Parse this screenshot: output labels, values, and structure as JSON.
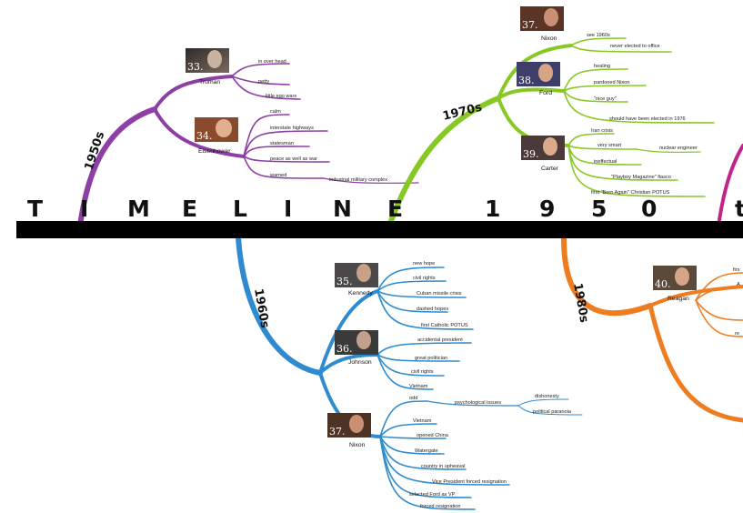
{
  "timeline_letters": [
    "T",
    "I",
    "M",
    "E",
    "L",
    "I",
    "N",
    "E",
    "1",
    "9",
    "5",
    "0",
    "t"
  ],
  "colors": {
    "bar": "#000000",
    "era_1950s": "#8e3fa6",
    "era_1960s": "#2e8bcf",
    "era_1970s": "#88c825",
    "era_1980s": "#ee7d22",
    "era_right": "#c0248a"
  },
  "eras": {
    "e1950s": {
      "label": "1950s"
    },
    "e1960s": {
      "label": "1960s"
    },
    "e1970s": {
      "label": "1970s"
    },
    "e1980s": {
      "label": "1980s"
    }
  },
  "presidents": {
    "truman": {
      "name": "Truman",
      "number": "33.",
      "facts": [
        "in over head",
        "petty",
        "little ego wars"
      ]
    },
    "eisenhower": {
      "name": "Eisenhower",
      "number": "34.",
      "facts": [
        "calm",
        "interstate highways",
        "statesman",
        "peace as well as war",
        "warned"
      ],
      "sub": "industrial military complex"
    },
    "kennedy": {
      "name": "Kennedy",
      "number": "35.",
      "facts": [
        "new hope",
        "civil rights",
        "Cuban missile crisis",
        "dashed hopes",
        "first Catholic POTUS"
      ]
    },
    "johnson": {
      "name": "Johnson",
      "number": "36.",
      "facts": [
        "accidental president",
        "great politician",
        "civil rights",
        "Vietnam"
      ]
    },
    "nixon60": {
      "name": "Nixon",
      "number": "37.",
      "odd": "odd",
      "psych": "psychological issues",
      "psych_subs": [
        "dishonesty",
        "political paranoia"
      ],
      "facts": [
        "Vietnam",
        "opened China",
        "Watergate",
        "country in upheaval",
        "Vice President forced resignation",
        "selected Ford as VP",
        "forced resignation"
      ]
    },
    "nixon70": {
      "name": "Nixon",
      "number": "37.",
      "facts": [
        "see 1960s",
        "never elected to office"
      ]
    },
    "ford": {
      "name": "Ford",
      "number": "38.",
      "facts": [
        "healing",
        "pardoned Nixon",
        "\"nice guy\"",
        "should have been elected in 1976"
      ]
    },
    "carter": {
      "name": "Carter",
      "number": "39.",
      "facts": [
        "Iran crisis",
        "very smart",
        "ineffectual",
        "\"Playboy Magazine\" fiasco",
        "first \"Born Again\" Christian POTUS"
      ],
      "smart_sub": "nuclear engineer"
    },
    "reagan": {
      "name": "Reagan",
      "number": "40.",
      "facts": [
        "firs",
        "A",
        "re"
      ]
    }
  }
}
